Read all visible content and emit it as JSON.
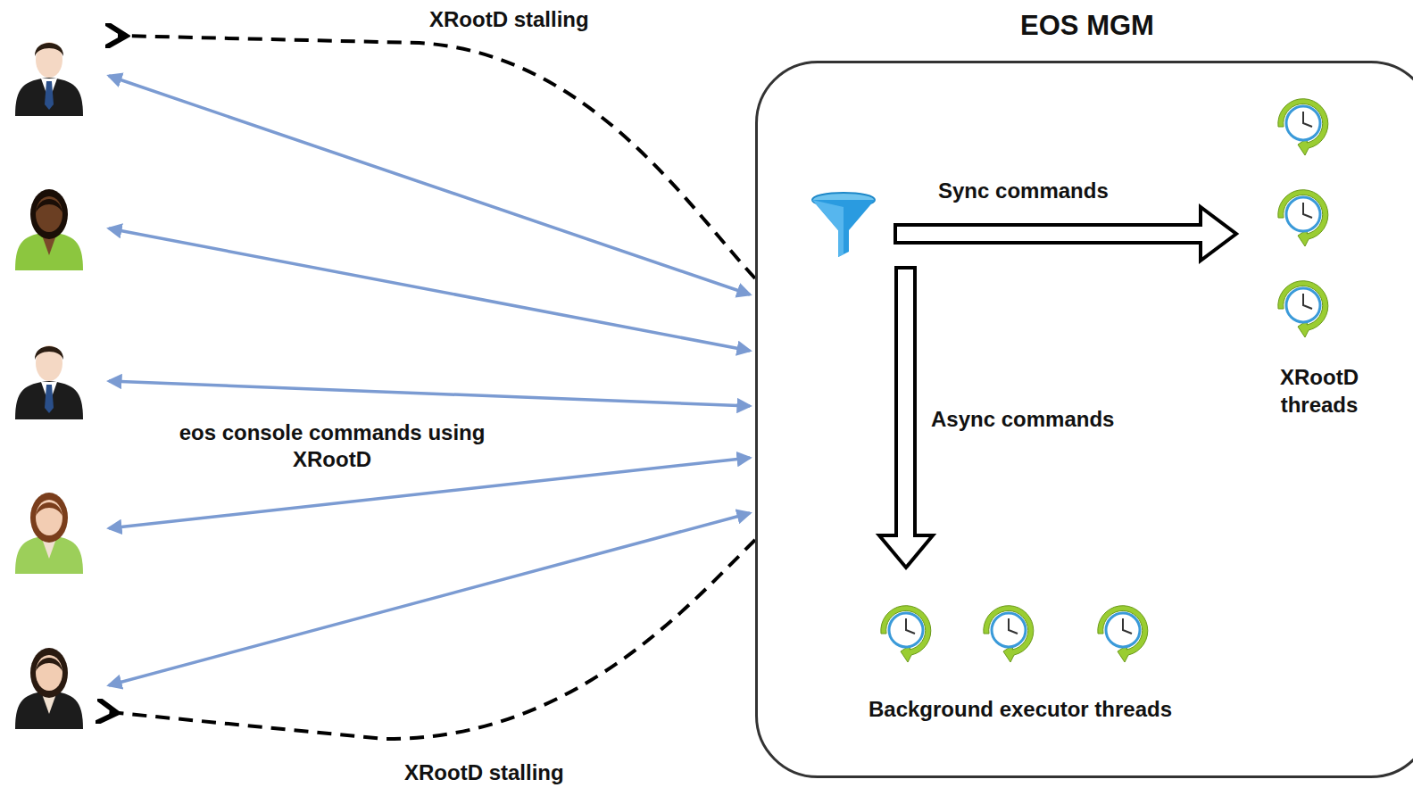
{
  "diagram": {
    "nodes": [
      {
        "text": [
          "EOS MGM"
        ]
      },
      {
        "text": [
          "XRootD threads"
        ],
        "in": 0
      },
      {
        "text": [
          "Background executor threads"
        ],
        "in": 0
      }
    ],
    "labels": [
      "XRootD stalling",
      "Sync commands",
      "eos console commands using XRootD",
      "Async commands",
      "XRootD stalling"
    ]
  }
}
